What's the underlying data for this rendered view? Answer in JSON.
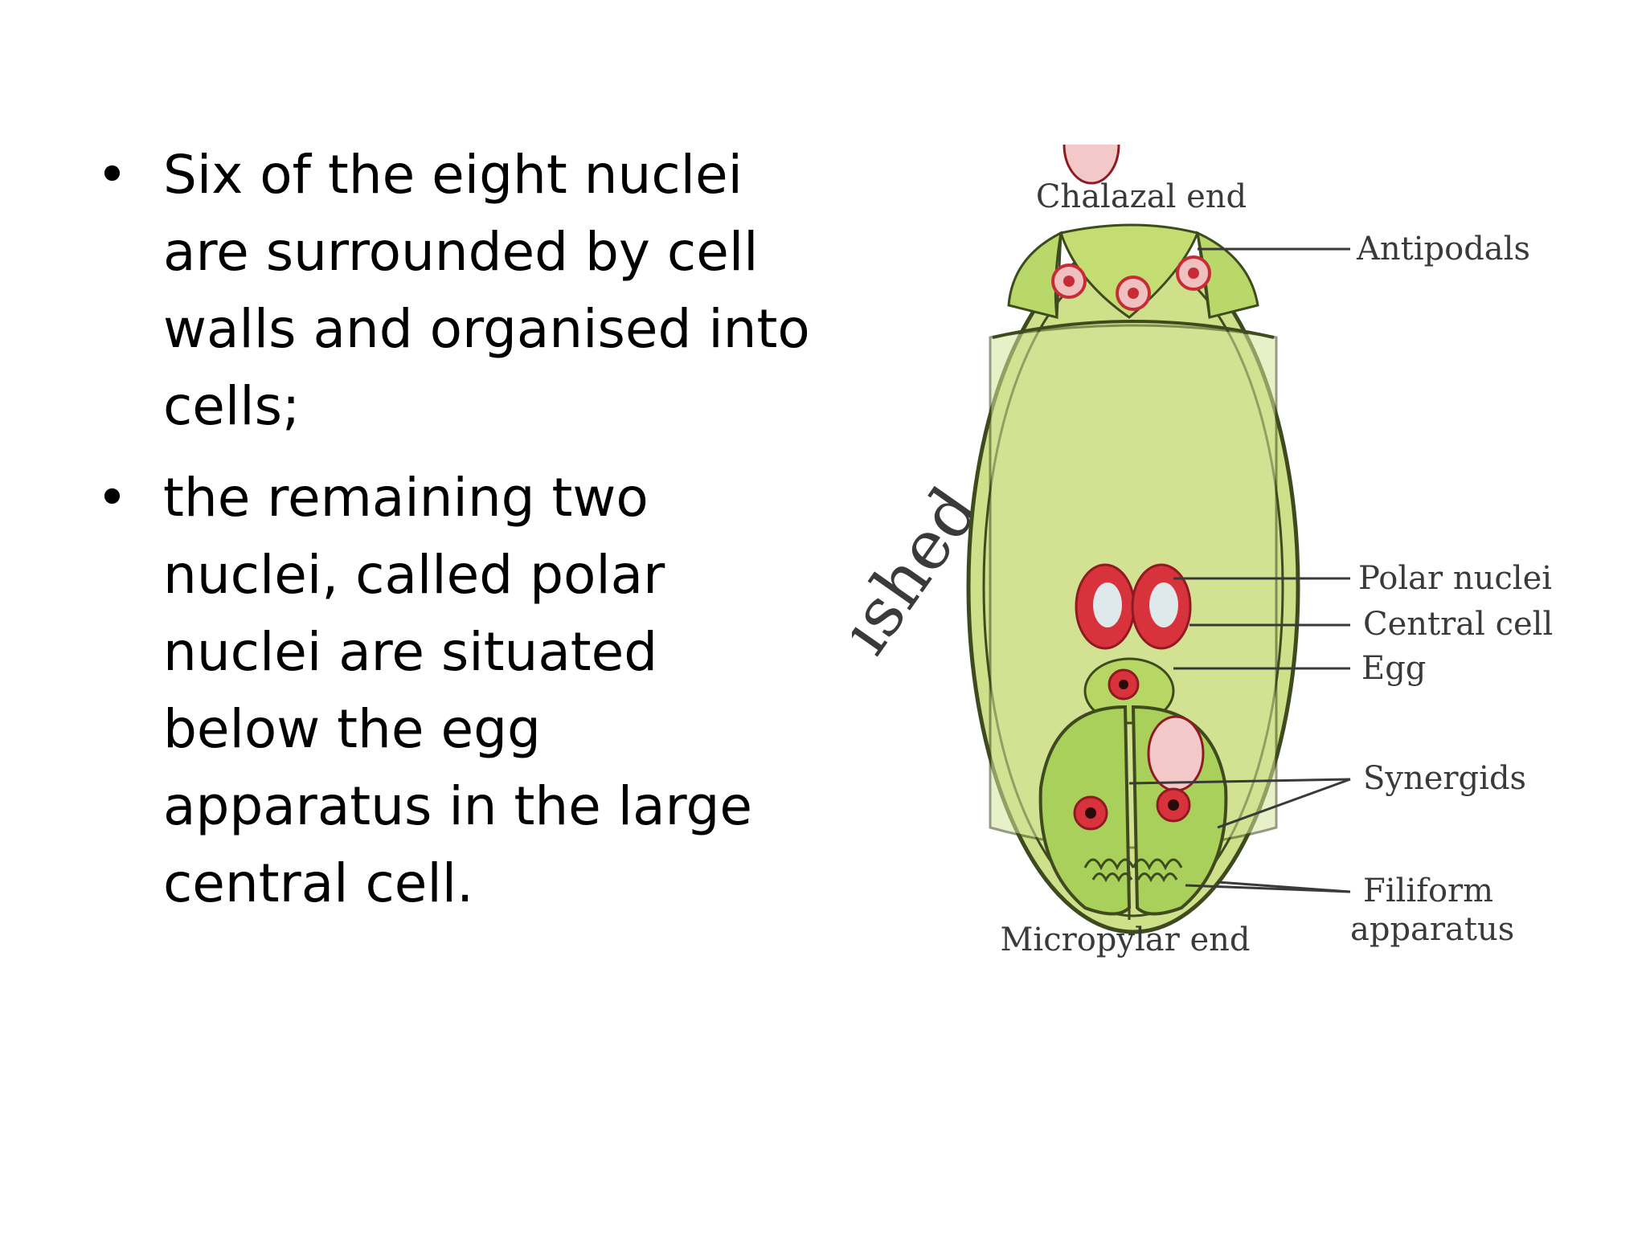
{
  "bullets": [
    "Six of the eight nuclei are surrounded by cell walls and organised into cells;",
    "the remaining two nuclei, called polar nuclei are situated below the egg apparatus in the large central cell."
  ],
  "diagram": {
    "labels": {
      "chalazal_end": "Chalazal end",
      "antipodals": "Antipodals",
      "polar_nuclei": "Polar nuclei",
      "central_cell": "Central cell",
      "egg": "Egg",
      "synergids": "Synergids",
      "filiform_line1": "Filiform",
      "filiform_line2": "apparatus",
      "micropylar_end": "Micropylar end"
    },
    "watermark": "ished",
    "colors": {
      "cell_fill": "#cfe08a",
      "outline": "#3f4a1e",
      "nucleus": "#d8323c",
      "synergid_fill": "#a9d05a"
    }
  }
}
